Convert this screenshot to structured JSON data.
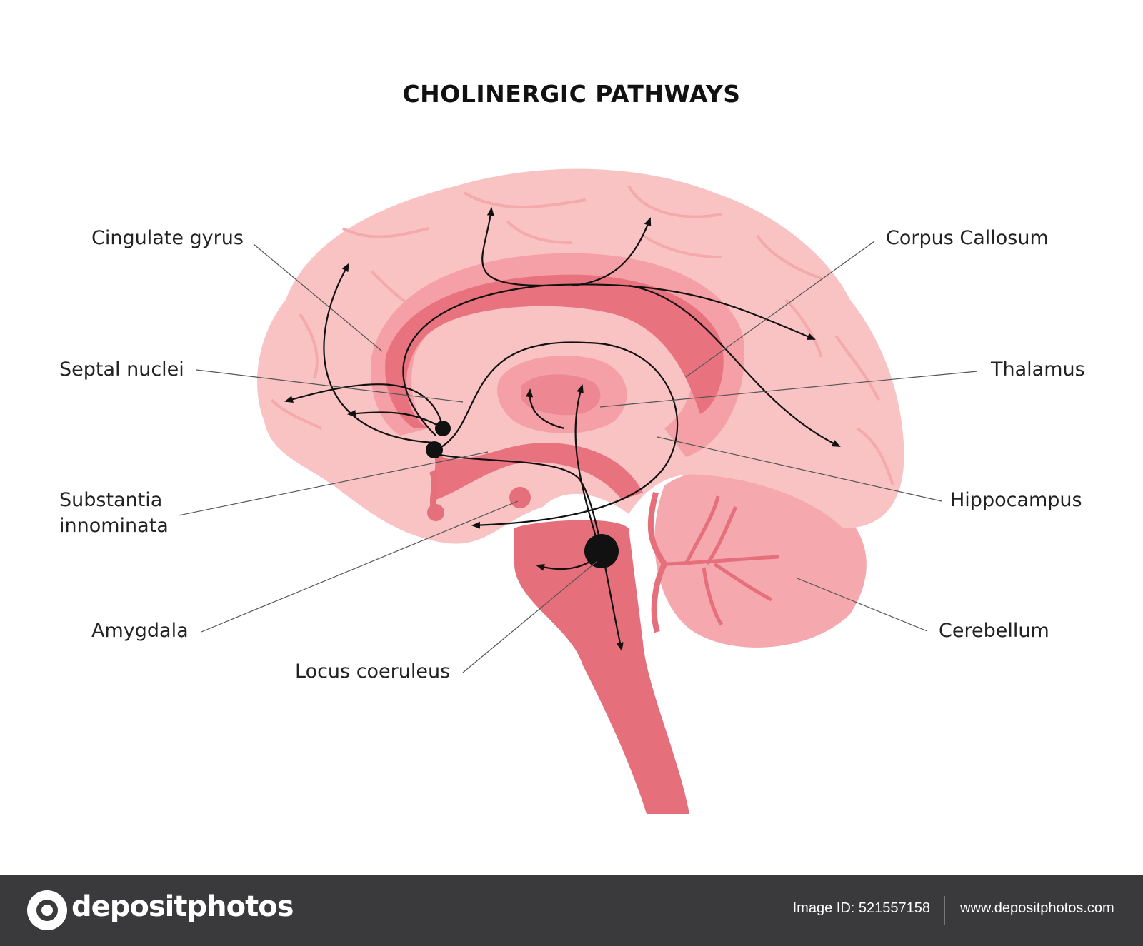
{
  "title": "CHOLINERGIC PATHWAYS",
  "labels": {
    "cingulate_gyrus": "Cingulate gyrus",
    "septal_nuclei": "Septal nuclei",
    "substantia_innominata_1": "Substantia",
    "substantia_innominata_2": "innominata",
    "amygdala": "Amygdala",
    "locus_coeruleus": "Locus coeruleus",
    "corpus_callosum": "Corpus Callosum",
    "thalamus": "Thalamus",
    "hippocampus": "Hippocampus",
    "cerebellum": "Cerebellum"
  },
  "footer": {
    "brand": "depositphotos",
    "image_id": "Image ID: 521557158",
    "site": "www.depositphotos.com"
  },
  "colors": {
    "cortex": "#f9c3c4",
    "cortex_dark": "#f4a9ad",
    "corpus_callosum": "#e8737f",
    "brainstem": "#e56f7b",
    "cerebellum": "#f5a8ad",
    "pathway": "#111111"
  }
}
